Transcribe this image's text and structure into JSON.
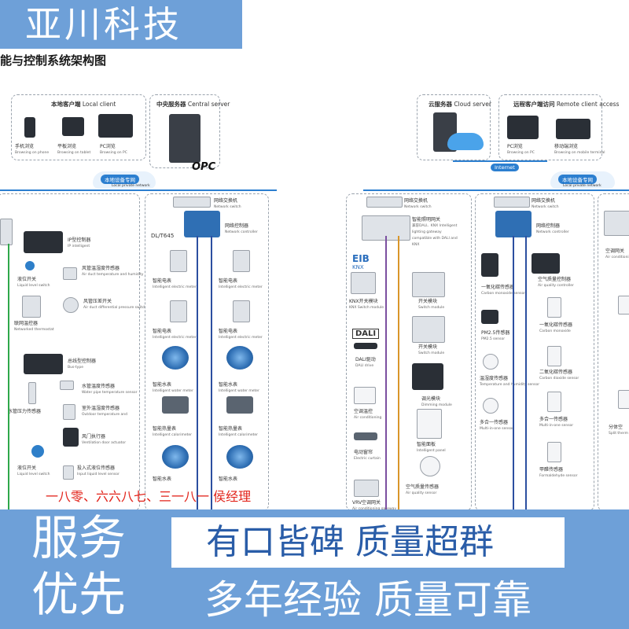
{
  "brand": "亚川科技",
  "diagram_title": "能与控制系统架构图",
  "left": {
    "local_client": {
      "label": "本地客户端",
      "label_en": "Local client",
      "items": [
        {
          "cn": "手机浏览",
          "en": "Browsing on phone"
        },
        {
          "cn": "平板浏览",
          "en": "Browsing on tablet"
        },
        {
          "cn": "PC浏览",
          "en": "Browsing on PC"
        }
      ]
    },
    "central_server": {
      "label": "中央服务器",
      "label_en": "Central server",
      "opc": "OPC"
    },
    "lan": {
      "label": "本地设备专网",
      "label_en": "Local private network"
    },
    "switch": {
      "cn": "网络交换机",
      "en": "Network switch"
    },
    "controller": {
      "cn": "网络控制器",
      "en": "Network controller"
    },
    "dlt": "DL/T645",
    "ip_controller": {
      "cn": "IP型控制器",
      "en": "IP intelligent"
    },
    "bus_controller": {
      "cn": "总线型控制器",
      "en": "Bus-type"
    },
    "sensors": [
      {
        "cn": "液位开关",
        "en": "Liquid level switch"
      },
      {
        "cn": "风管温湿度传感器",
        "en": "Air duct temperature and humidity sensor"
      },
      {
        "cn": "风管压差开关",
        "en": "Air duct differential pressure switch"
      },
      {
        "cn": "联网温控器",
        "en": "Networked thermostat"
      },
      {
        "cn": "水管温度传感器",
        "en": "Water pipe temperature sensor"
      },
      {
        "cn": "室外温湿度传感器",
        "en": "Outdoor temperature and"
      },
      {
        "cn": "水管压力传感器",
        "en": ""
      },
      {
        "cn": "风门执行器",
        "en": "Ventilation door actuator"
      },
      {
        "cn": "液位开关",
        "en": "Liquid level switch"
      },
      {
        "cn": "投入式液位传感器",
        "en": "Input liquid level sensor"
      }
    ],
    "meters": [
      {
        "cn": "智能电表",
        "en": "Intelligent electric meter"
      },
      {
        "cn": "智能电表",
        "en": "Intelligent electric meter"
      },
      {
        "cn": "智能水表",
        "en": "Intelligent water meter"
      },
      {
        "cn": "智能热量表",
        "en": "Intelligent calorimeter"
      },
      {
        "cn": "智能水表",
        "en": ""
      }
    ]
  },
  "right": {
    "cloud_server": {
      "label": "云服务器",
      "label_en": "Cloud server"
    },
    "remote_client": {
      "label": "远程客户端访问",
      "label_en": "Remote client access",
      "items": [
        {
          "cn": "PC浏览",
          "en": "Browsing on PC"
        },
        {
          "cn": "移动端浏览",
          "en": "Browsing on mobile terminal"
        }
      ]
    },
    "internet": "Internet",
    "lan": {
      "label": "本地设备专网",
      "label_en": "Local private network"
    },
    "switch": {
      "cn": "网络交换机",
      "en": "Network switch"
    },
    "controller": {
      "cn": "网络控制器",
      "en": "Network controller"
    },
    "gateway": {
      "cn": "智能照明网关",
      "en": "兼容DALI、KNX Intelligent lighting gateway compatible with DALI and KNX"
    },
    "eib": "EIB",
    "knx": "KNX",
    "dali": "DALI",
    "lighting": [
      {
        "cn": "KNX开关模块",
        "en": "KNX Switch module"
      },
      {
        "cn": "开关模块",
        "en": "Switch module"
      },
      {
        "cn": "开关模块",
        "en": "Switch module"
      },
      {
        "cn": "DALI驱动",
        "en": "DALI drive"
      },
      {
        "cn": "调光模块",
        "en": "Dimming module"
      },
      {
        "cn": "空调温控",
        "en": "Air conditioning"
      },
      {
        "cn": "智能面板",
        "en": "Intelligent panel"
      },
      {
        "cn": "电动窗帘",
        "en": "Electric curtain"
      },
      {
        "cn": "空气质量传感器",
        "en": "Air quality sensor"
      },
      {
        "cn": "VRV空调网关",
        "en": "Air conditioning gateway"
      }
    ],
    "air_controller": {
      "cn": "空气质量控制器",
      "en": "Air quality controller"
    },
    "sensors": [
      {
        "cn": "一氧化碳传感器",
        "en": "Carbon monoxide sensor"
      },
      {
        "cn": "一氧化碳传感器",
        "en": "Carbon monoxide"
      },
      {
        "cn": "PM2.5传感器",
        "en": "PM2.5 sensor"
      },
      {
        "cn": "二氧化碳传感器",
        "en": "Carbon dioxide sensor"
      },
      {
        "cn": "温湿度传感器",
        "en": "Temperature and humidity sensor"
      },
      {
        "cn": "多合一传感器",
        "en": "Multi-in-one sensor"
      },
      {
        "cn": "多合一传感器",
        "en": "Multi-in-one sensor"
      },
      {
        "cn": "甲醛传感器",
        "en": "Formaldehyde sensor"
      }
    ],
    "edge": [
      {
        "cn": "空调网关",
        "en": "Air conditioning gateway"
      },
      {
        "cn": "分体空",
        "en": "Split therm"
      }
    ]
  },
  "contact": "一八零、六六八七、三一八一  侯经理",
  "banner": {
    "service": [
      "服务",
      "优先"
    ],
    "line1": "有口皆碑  质量超群",
    "line2": "多年经验  质量可靠"
  }
}
